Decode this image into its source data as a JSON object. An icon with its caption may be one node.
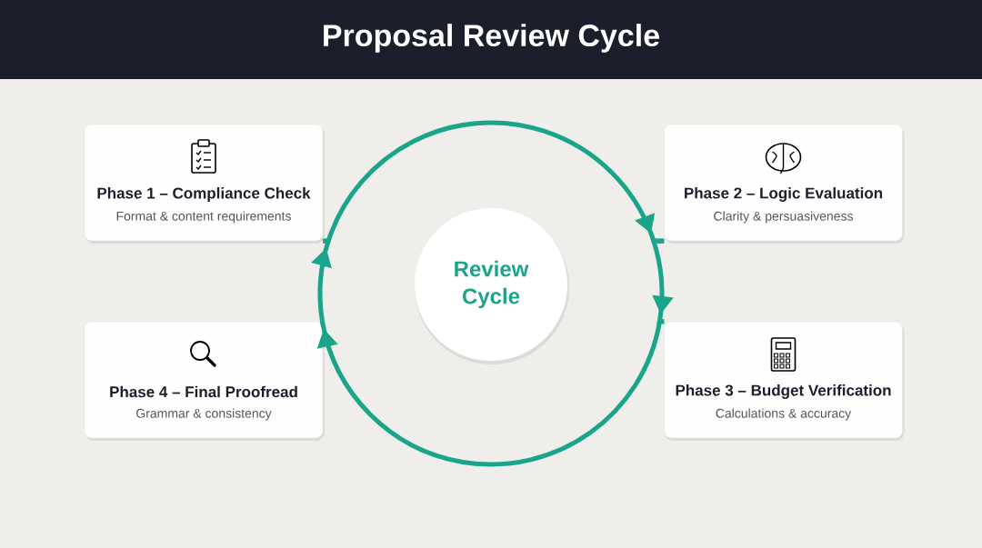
{
  "diagram": {
    "title": "Proposal Review Cycle",
    "nodes": [
      {
        "text": [
          "Phase 1 – Compliance Check",
          "Format & content requirements"
        ]
      },
      {
        "text": [
          "Phase 2 – Logic Evaluation",
          "Clarity & persuasiveness"
        ]
      },
      {
        "text": [
          "Phase 3 – Budget Verification",
          "Calculations & accuracy"
        ]
      },
      {
        "text": [
          "Phase 4 – Final Proofread",
          "Grammar & consistency"
        ]
      },
      {
        "text": [
          "Review Cycle"
        ]
      }
    ],
    "edges": [
      {
        "from": 0,
        "to": 1,
        "arrow": "to"
      },
      {
        "from": 1,
        "to": 2,
        "arrow": "to"
      },
      {
        "from": 2,
        "to": 3,
        "arrow": "to"
      },
      {
        "from": 3,
        "to": 0,
        "arrow": "to"
      }
    ]
  }
}
